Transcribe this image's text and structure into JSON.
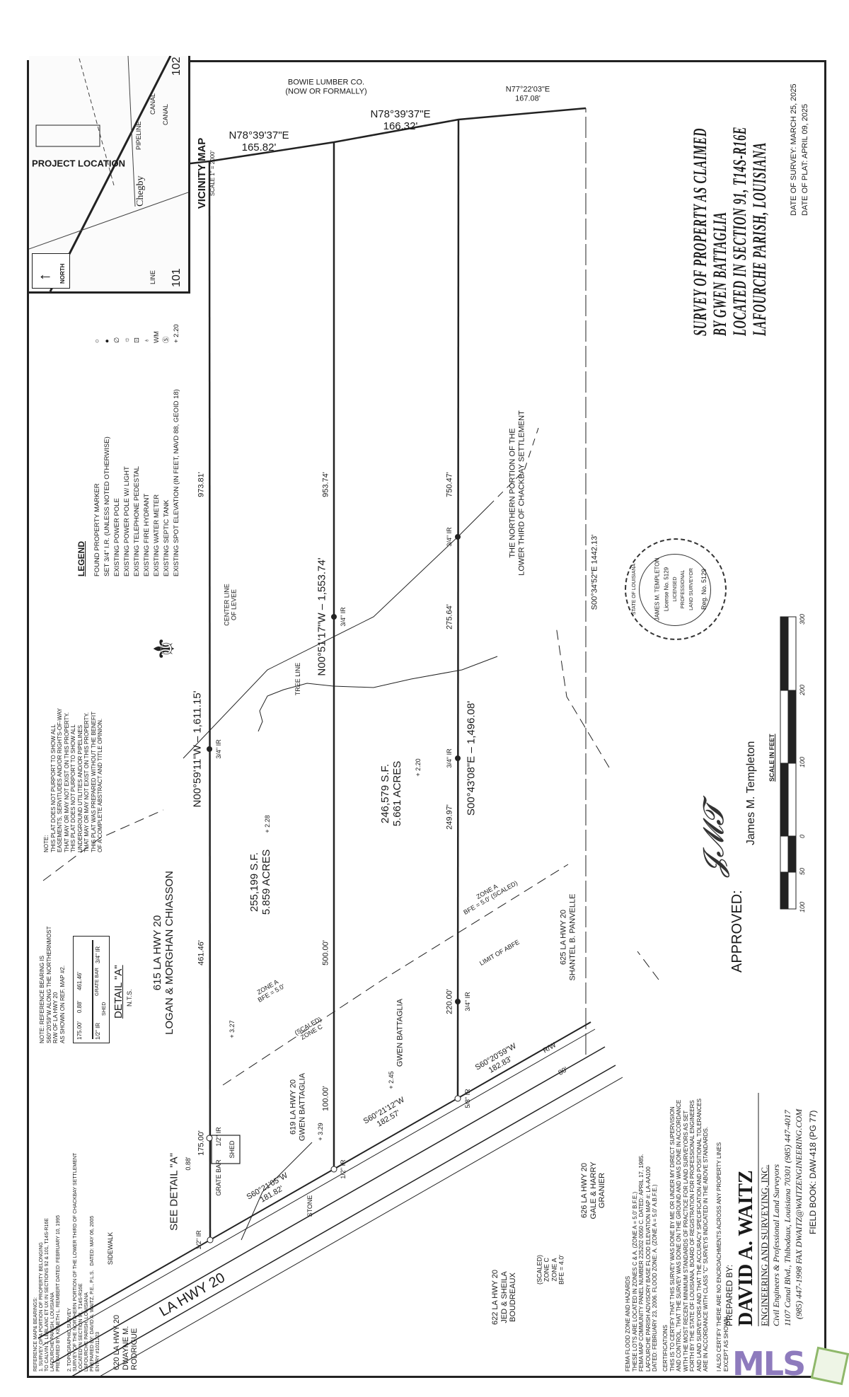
{
  "title": {
    "lines": [
      "SURVEY OF PROPERTY AS CLAIMED",
      "BY GWEN BATTAGLIA",
      "LOCATED IN SECTION 91, T14S-R16E",
      "LAFOURCHE PARISH, LOUISIANA"
    ],
    "date_of_survey": "DATE OF SURVEY: MARCH 25, 2025",
    "date_of_plat": "DATE OF PLAT: APRIL 09, 2025"
  },
  "vicinity_map": {
    "label": "VICINITY MAP",
    "scale": "SCALE 1\" = 2000'",
    "project_location": "PROJECT LOCATION",
    "north": "NORTH",
    "town": "Chegby",
    "pipeline": "PIPELINE",
    "canal1": "CANAL",
    "canal2": "CANAL",
    "hwy101": "101",
    "hwy102": "102",
    "line": "LINE"
  },
  "legend": {
    "title": "LEGEND",
    "items": [
      {
        "label": "FOUND PROPERTY MARKER",
        "symbol": "○"
      },
      {
        "label": "SET 3/4\" I.R. (UNLESS NOTED OTHERWISE)",
        "symbol": "●"
      },
      {
        "label": "EXISTING POWER POLE",
        "symbol": "∅"
      },
      {
        "label": "EXISTING POWER POLE W/ LIGHT",
        "symbol": "☼"
      },
      {
        "label": "EXISTING TELEPHONE PEDESTAL",
        "symbol": "⊡"
      },
      {
        "label": "EXISTING FIRE HYDRANT",
        "symbol": "♁"
      },
      {
        "label": "EXISTING WATER METER",
        "symbol": "WM"
      },
      {
        "label": "EXISTING SEPTIC TANK",
        "symbol": "Ⓢ"
      },
      {
        "label": "EXISTING SPOT ELEVATION (IN FEET, NAVD 88, GEOID 18)",
        "symbol": "+ 2.20"
      }
    ]
  },
  "notes": "NOTE:\nTHIS PLAT DOES NOT PURPORT TO SHOW ALL\nEASEMENTS, SERVITUDES AND/OR RIGHTS-OF-WAY\nTHAT MAY OR MAY NOT EXIST ON THIS PROPERTY.\nTHIS PLAT DOES NOT PURPORT TO SHOW ALL\nUNDERGROUND UTILITIES AND/OR PIPELINES\nTHAT MAY OR MAY NOT EXIST ON THIS PROPERTY.\nTHIS PLAT WAS PREPARED WITHOUT THE BENEFIT\nOF A COMPLETE ABSTRACT AND TITLE OPINION.",
  "reference_note": "NOTE: REFERENCE BEARING IS\nS60°20'59\"W ALONG THE NORTHERNMOST\nR/W OF LA HWY 20\nAS SHOWN ON REF. MAP #2.",
  "detail_a": {
    "title": "DETAIL \"A\"",
    "nts": "N.T.S.",
    "d1": "175.00'",
    "d2": "0.88'",
    "d3": "461.46'",
    "ir1": "1/2\" IR",
    "ir2": "3/4\" IR",
    "grate": "GRATE BAR",
    "shed": "SHED"
  },
  "reference_maps": "REFERENCE MAP& BEARINGS:\n1. SURVEY OF A PORTION OF PROPERTY BELONGING\nTO CALVIN J. LEBLANC ET UX IN SECTIONS 92 & 101, T14S-R16E\nLAFOURCHE PARISH, LOUISIANA\nPREPARED BY: KENETH L. REMBERT DATED: FEBRUARY 10, 1995\n\n2. TOPOGRAPHIC SURVEY\nSURVEY OF THE NORTHERN PORTION OF THE LOWER THIRD OF CHACKBAY SETTLEMENT\nLOCATED IN SECTION 91, T14S-R16E\nLAFOURCHE PARISH, LOUISIANA\nPREPARED BY: DAVID A. WAITZ, P.E., P.L.S.   DATED: MAY 06, 2005\nENTRY #1011223",
  "fema": "FEMA FLOOD ZONE AND HAZARDS\nTHESE LOTS ARE LOCATED IN ZONES C & A. (ZONE A = 5.0' B.F.E.)\nFEMA MAP COMMUNITY PANEL NUMBER 225202 0050 C. DATED: APRIL 17, 1985.\nLAFOURCHE PARISH ADVISORY BASE FLOOD ELEVATION MAP #: LA-AA100\nDATED: FEBRUARY 23, 2006. FLOOD ZONE: A. (ZONE A = 5.0' A.B.F.E.)",
  "certifications": "CERTIFICATIONS\nTHIS IS TO CERTIFY THAT THIS SURVEY WAS DONE BY ME OR UNDER MY DIRECT SUPERVISION\nAND CONTROL, THAT THE SURVEY WAS DONE ON THE GROUND AND WAS DONE IN ACCORDANCE\nWITH THE MOST RECENT MINIMUM STANDARDS OF PRACTICE FOR LAND SURVEYORS AS SET\nFORTH BY THE STATE OF LOUISIANA, BOARD OF REGISTRATION FOR PROFESSIONAL ENGINEERS\nAND LAND SURVEYORS AND THAT THE ACCURACY SPECIFICATION AND POSITIONAL TOLERANCES\nARE IN ACCORDANCE WITH CLASS \"C\" SURVEYS INDICATED IN THE ABOVE STANDARDS.\n\nI ALSO CERTIFY THERE ARE NO ENCROACHMENTS ACROSS ANY PROPERTY LINES\nEXCEPT AS SHOWN",
  "company": {
    "prepared_by": "PREPARED BY:",
    "name": "DAVID A. WAITZ",
    "sub": "ENGINEERING AND SURVEYING, INC.",
    "line1": "Civil Engineers & Professional Land Surveyors",
    "line2": "1107 Canal Blvd., Thibodaux, Louisiana 70301  (985) 447-4017",
    "line3": "(985) 447-1998  FAX        DWAITZ@WAITZENGINEERING.COM",
    "field_book": "FIELD BOOK: DAW-418 (PG 77)"
  },
  "approval": {
    "approved": "APPROVED:",
    "signer": "James M. Templeton",
    "seal_lines": [
      "STATE OF LOUISIANA",
      "JAMES M. TEMPLETON",
      "License No. 5129",
      "LICENSED",
      "PROFESSIONAL",
      "LAND SURVEYOR",
      "Reg. No. 5129"
    ]
  },
  "scale_bar": {
    "label": "SCALE IN FEET",
    "ticks": [
      "100",
      "50",
      "0",
      "100",
      "200",
      "300"
    ]
  },
  "plat": {
    "bearings": {
      "line1": "N00°59'11\"W – 1,611.15'",
      "line2": "N00°51'17\"W – 1,553.74'",
      "line3": "S00°43'08\"E – 1,496.08'",
      "line4": "S00°34'52\"E   1442.13'",
      "north1": "N78°39'37\"E\n165.82'",
      "north2": "N78°39'37\"E\n166.32'",
      "north3": "N77°22'03\"E\n167.08'",
      "row1": "S60°21'05\"W\n181.82'",
      "row2": "S60°21'12\"W\n182.57'",
      "row3": "S60°20'59\"W\n182.83'"
    },
    "distances": {
      "l1a": "175.00'",
      "l1b": "461.46'",
      "l1c": "973.81'",
      "l2a": "100.00'",
      "l2b": "500.00'",
      "l2c": "953.74'",
      "l3a": "220.00'",
      "l3b": "249.97'",
      "l3c": "275.64'",
      "l3d": "750.47'"
    },
    "markers": {
      "ir34": "3/4\" IR",
      "ir12": "1/2\" IR",
      "ir58": "5/8\" IR",
      "row": "R/W",
      "row_width": "80'"
    },
    "areas": {
      "lot1_sf": "255,199 S.F.",
      "lot1_ac": "5.859 ACRES",
      "lot2_sf": "246,579 S.F.",
      "lot2_ac": "5.661 ACRES"
    },
    "owners": {
      "north": "BOWIE LUMBER CO.\n(NOW OR FORMALLY)",
      "west": "615 LA HWY 20\nLOGAN & MORGHAN CHIASSON",
      "subject_addr": "619 LA HWY 20\nGWEN BATTAGLIA",
      "subject": "GWEN BATTAGLIA",
      "east": "625 LA HWY 20\nSHANTEL B. PANVELLE",
      "sw1": "620 LA HWY 20\nDWAYNE M.\nRODRIGUE",
      "sw2": "622 LA HWY 20\nJED & SHEILA\nBOUDREAUX",
      "sw3": "626 LA HWY 20\nGALE & HARRY\nGRANIER",
      "chackbay": "THE NORTHERN PORTION OF THE\nLOWER THIRD OF CHACKBAY SETTLEMENT"
    },
    "features": {
      "highway": "LA HWY 20",
      "levee": "CENTER LINE\nOF LEVEE",
      "tree_line": "TREE LINE",
      "see_detail": "SEE DETAIL \"A\"",
      "sidewalk": "SIDEWALK",
      "grate_bar": "GRATE BAR",
      "shed": "SHED",
      "stone": "STONE",
      "zone1": "ZONE A\nBFE = 5.0'",
      "zone1c": "(SCALED)\nZONE C",
      "zone2": "ZONE A\nBFE = 5.0' (SCALED)",
      "limit": "LIMIT OF ABFE",
      "zone3": "(SCALED)\nZONE C\nZONE A\nBFE = 4.0'",
      "dist088": "0.88'"
    },
    "elevations": [
      "+ 2.28",
      "+ 3.27",
      "+ 3.29",
      "+ 2.45",
      "+ 2.20"
    ]
  },
  "watermark": "MLS"
}
